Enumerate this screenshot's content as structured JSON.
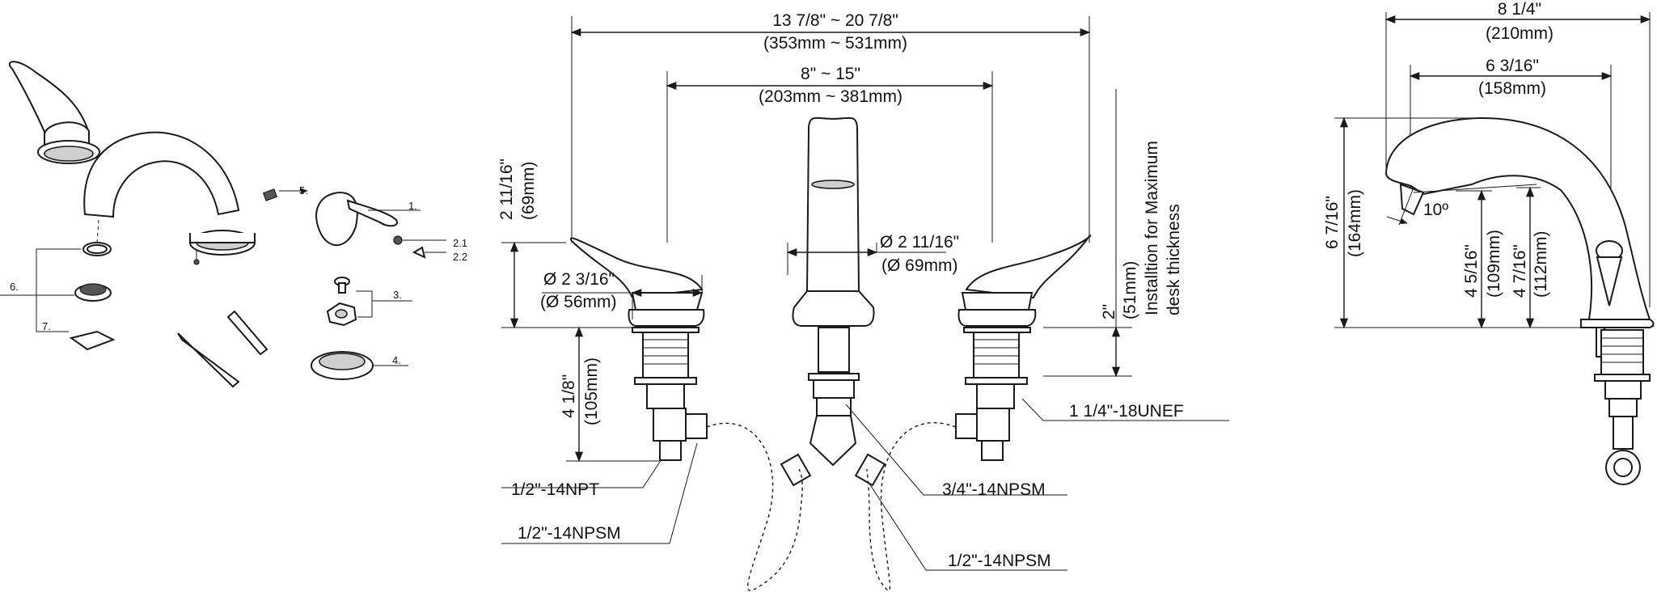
{
  "exploded_view": {
    "callouts": [
      "1.",
      "2.1",
      "2.2",
      "3.",
      "4.",
      "5.",
      "6.",
      "7."
    ]
  },
  "front_view": {
    "overall_width": {
      "imperial": "13 7/8\" ~ 20 7/8\"",
      "metric": "(353mm ~ 531mm)"
    },
    "center_spread": {
      "imperial": "8\" ~ 15\"",
      "metric": "(203mm ~ 381mm)"
    },
    "handle_height": {
      "imperial": "2 11/16\"",
      "metric": "(69mm)"
    },
    "handle_base_diameter": {
      "imperial": "Ø 2 3/16\"",
      "metric": "(Ø 56mm)"
    },
    "spout_base_diameter": {
      "imperial": "Ø 2 11/16\"",
      "metric": "(Ø 69mm)"
    },
    "shank_length": {
      "imperial": "4 1/8\"",
      "metric": "(105mm)"
    },
    "max_deck": {
      "imperial": "2\"",
      "metric": "(51mm)",
      "note_line1": "Installtion for Maximum",
      "note_line2": "desk thickness"
    },
    "thread_labels": {
      "unef": "1 1/4\"-18UNEF",
      "npt": "1/2\"-14NPT",
      "npsm_left": "1/2\"-14NPSM",
      "npsm_tee": "3/4\"-14NPSM",
      "npsm_right": "1/2\"-14NPSM"
    }
  },
  "side_view": {
    "overall_depth": {
      "imperial": "8 1/4\"",
      "metric": "(210mm)"
    },
    "spout_reach": {
      "imperial": "6 3/16\"",
      "metric": "(158mm)"
    },
    "spout_height": {
      "imperial": "6 7/16\"",
      "metric": "(164mm)"
    },
    "outlet_height": {
      "imperial": "4 5/16\"",
      "metric": "(109mm)"
    },
    "aerator_height": {
      "imperial": "4 7/16\"",
      "metric": "(112mm)"
    },
    "angle": "10º"
  }
}
